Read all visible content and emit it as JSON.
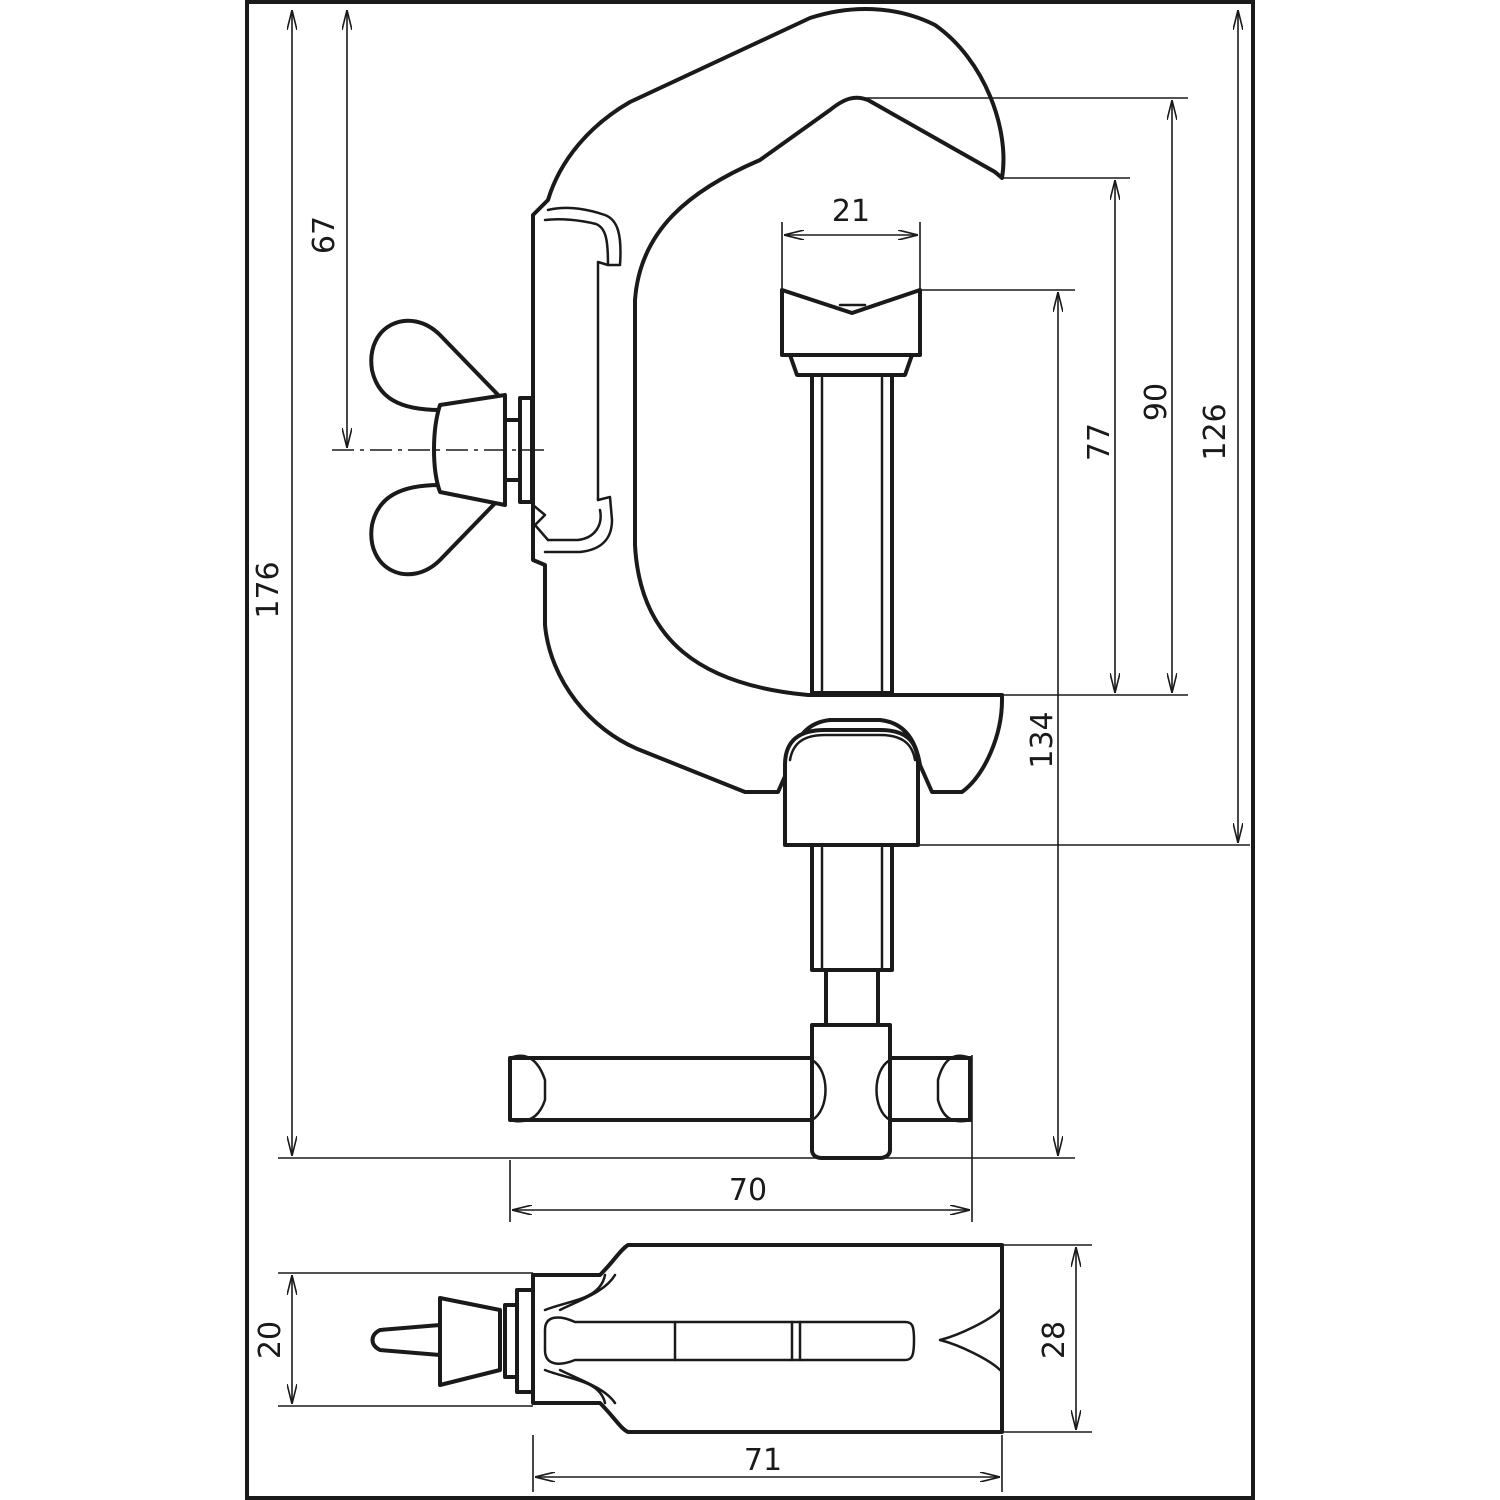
{
  "drawing": {
    "dimensions": {
      "overall_height": "176",
      "throat_offset": "67",
      "jaw_width": "21",
      "clamp_range_min": "77",
      "clamp_range_max": "90",
      "frame_height": "126",
      "screw_length": "134",
      "handle_length": "70",
      "wing_nut_width": "20",
      "body_thickness": "28",
      "body_length": "71"
    },
    "colors": {
      "line": "#1a1a1a",
      "background": "#ffffff"
    }
  }
}
